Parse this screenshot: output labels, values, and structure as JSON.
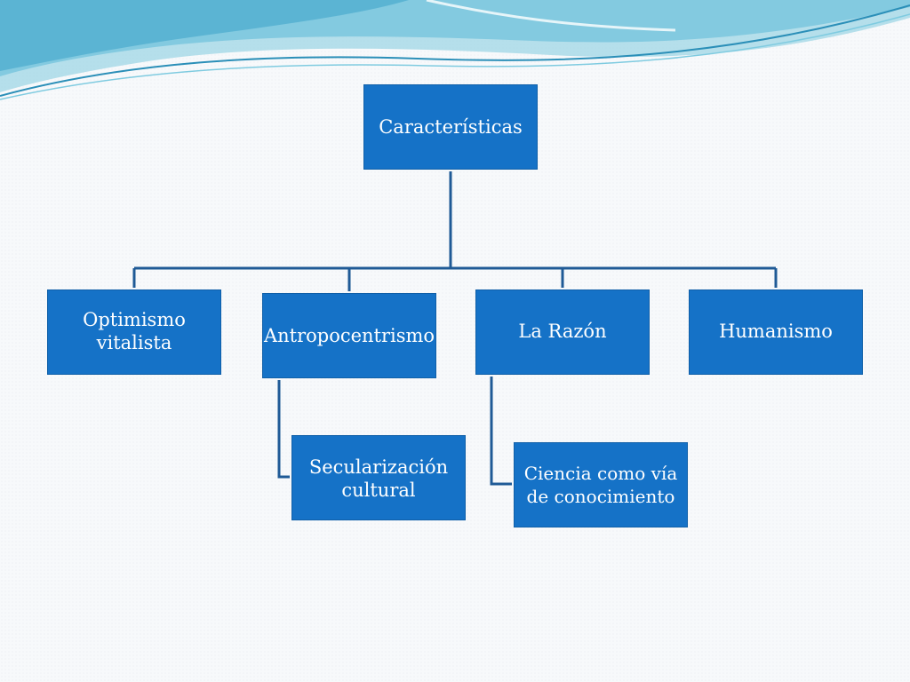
{
  "diagram": {
    "root": {
      "label": "Características"
    },
    "children": [
      {
        "label": "Optimismo\nvitalista"
      },
      {
        "label": "Antropocentrismo",
        "child": {
          "label": "Secularización\ncultural"
        }
      },
      {
        "label": "La Razón",
        "child": {
          "label": "Ciencia como vía\nde conocimiento"
        }
      },
      {
        "label": "Humanismo"
      }
    ]
  },
  "colors": {
    "node_fill": "#1572c7",
    "connector": "#1f5a96",
    "wave_light": "#a9dbe8",
    "wave_dark": "#2b8fb8"
  }
}
